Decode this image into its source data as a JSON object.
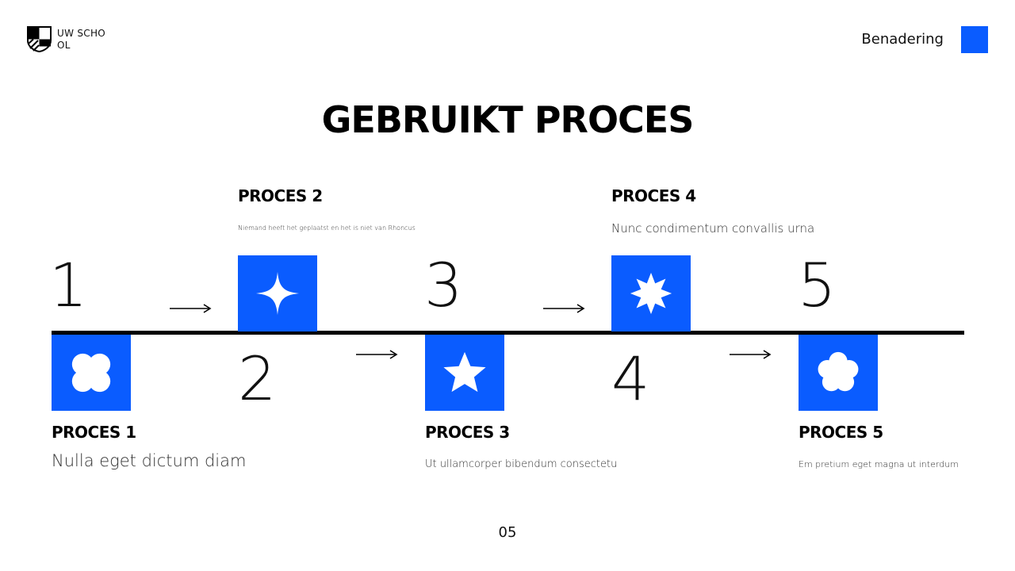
{
  "header": {
    "logo_text": "UW SCHOOL",
    "section_label": "Benadering",
    "accent_color": "#0a5cff"
  },
  "slide": {
    "title": "GEBRUIKT PROCES",
    "page_number": "05"
  },
  "steps": [
    {
      "number": "1",
      "title": "PROCES 1",
      "description": "Nulla eget dictum diam",
      "icon": "four-lobe-flower-icon"
    },
    {
      "number": "2",
      "title": "PROCES 2",
      "description": "Niemand heeft het geplaatst en het is niet van Rhoncus",
      "icon": "four-point-sparkle-icon"
    },
    {
      "number": "3",
      "title": "PROCES 3",
      "description": "Ut ullamcorper bibendum consectetu",
      "icon": "star-icon"
    },
    {
      "number": "4",
      "title": "PROCES 4",
      "description": "Nunc condimentum convallis urna",
      "icon": "starburst-icon"
    },
    {
      "number": "5",
      "title": "PROCES 5",
      "description": "Em pretium eget magna ut interdum",
      "icon": "five-petal-flower-icon"
    }
  ]
}
